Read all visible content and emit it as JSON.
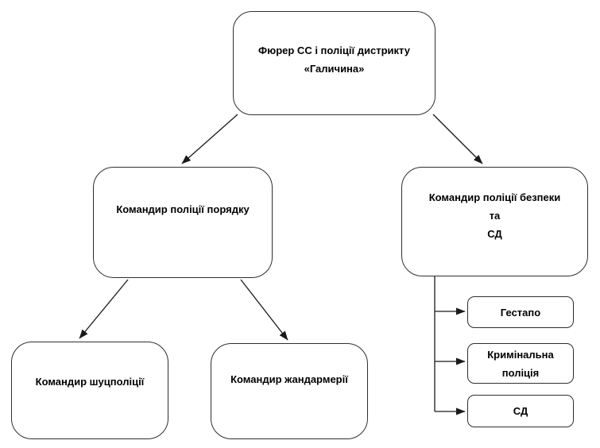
{
  "diagram": {
    "type": "org-chart-flowchart",
    "language": "uk",
    "colors": {
      "background": "#ffffff",
      "node_fill": "#ffffff",
      "node_border": "#2f2f2f",
      "connector": "#1a1a1a",
      "text": "#000000"
    },
    "nodes": {
      "fuhrer": {
        "label": "Фюрер СС і поліції дистрикту\n«Галичина»"
      },
      "order": {
        "label": "Командир поліції порядку"
      },
      "security": {
        "label": "Командир поліції безпеки та\nСД"
      },
      "schutz": {
        "label": "Командир шуцполіції"
      },
      "gendarm": {
        "label": "Командир жандармерії"
      },
      "gestapo": {
        "label": "Гестапо"
      },
      "kripo": {
        "label": "Кримінальна\nполіція"
      },
      "sd": {
        "label": "СД"
      }
    },
    "edges": [
      {
        "from": "fuhrer",
        "to": "order",
        "style": "straight-arrow"
      },
      {
        "from": "fuhrer",
        "to": "security",
        "style": "straight-arrow"
      },
      {
        "from": "order",
        "to": "schutz",
        "style": "straight-arrow"
      },
      {
        "from": "order",
        "to": "gendarm",
        "style": "straight-arrow"
      },
      {
        "from": "security",
        "to": "gestapo",
        "style": "elbow-arrow"
      },
      {
        "from": "security",
        "to": "kripo",
        "style": "elbow-arrow"
      },
      {
        "from": "security",
        "to": "sd",
        "style": "elbow-arrow"
      }
    ]
  }
}
